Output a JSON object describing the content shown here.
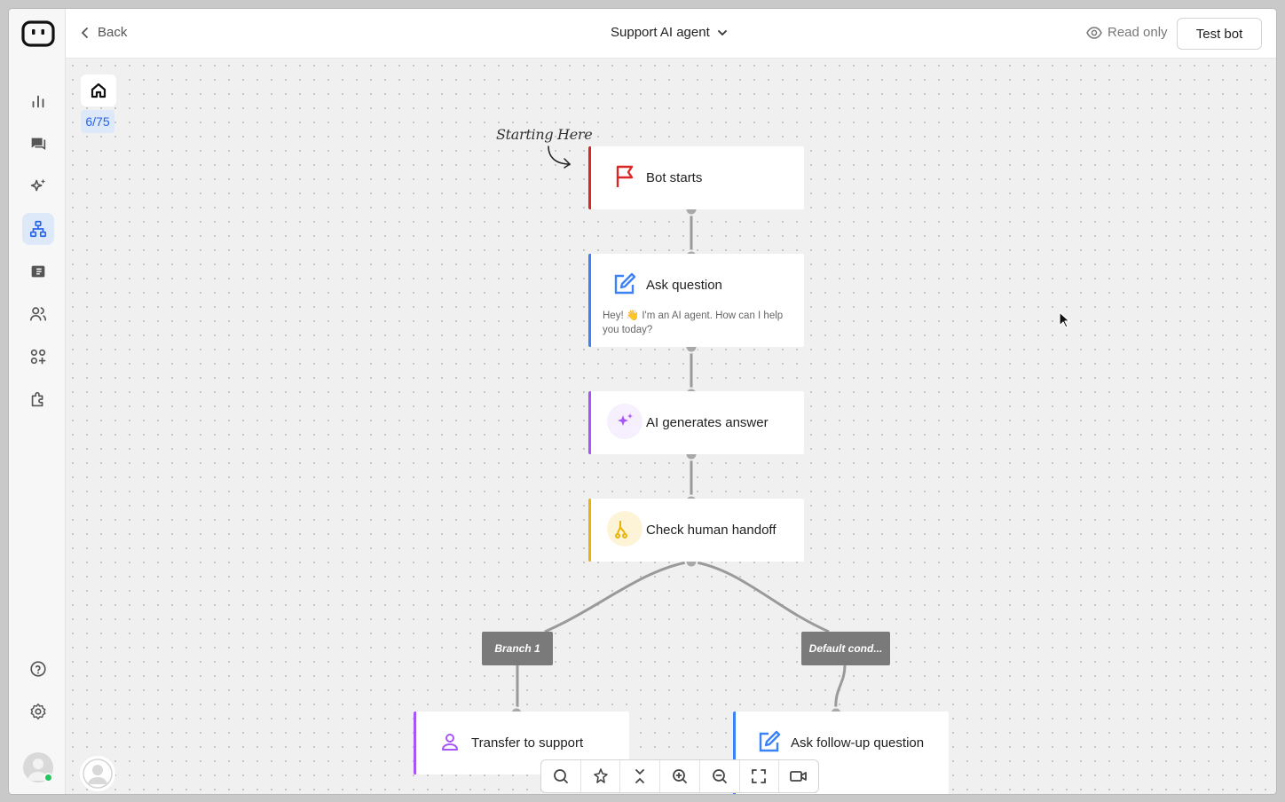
{
  "header": {
    "back_label": "Back",
    "title": "Support AI agent",
    "read_only_label": "Read only",
    "test_bot_label": "Test bot"
  },
  "canvas": {
    "counter": "6/75",
    "annotation": "Starting Here"
  },
  "nodes": [
    {
      "label": "Bot starts",
      "icon": "flag-icon",
      "accent": "#dc2626"
    },
    {
      "label": "Ask question",
      "icon": "edit-icon",
      "accent": "#3b82f6",
      "description": "Hey! 👋 I'm an AI agent. How can I help you today?"
    },
    {
      "label": "AI generates answer",
      "icon": "sparkles-icon",
      "accent": "#a855f7"
    },
    {
      "label": "Check human handoff",
      "icon": "branch-icon",
      "accent": "#eab308"
    },
    {
      "label": "Transfer to support",
      "icon": "person-icon",
      "accent": "#a855f7"
    },
    {
      "label": "Ask follow-up question",
      "icon": "edit-icon",
      "accent": "#3b82f6"
    }
  ],
  "branches": [
    {
      "label": "Branch 1"
    },
    {
      "label": "Default cond..."
    }
  ],
  "sidebar": {
    "items": [
      {
        "icon": "bar-chart-icon",
        "active": false
      },
      {
        "icon": "chat-icon",
        "active": false
      },
      {
        "icon": "sparkles-icon",
        "active": false
      },
      {
        "icon": "flow-chart-icon",
        "active": true
      },
      {
        "icon": "ticket-icon",
        "active": false
      },
      {
        "icon": "users-icon",
        "active": false
      },
      {
        "icon": "apps-icon",
        "active": false
      },
      {
        "icon": "puzzle-icon",
        "active": false
      },
      {
        "icon": "help-icon",
        "active": false
      },
      {
        "icon": "settings-icon",
        "active": false
      }
    ]
  },
  "toolbar": {
    "tools": [
      "search-icon",
      "auto-layout-icon",
      "collapse-icon",
      "zoom-in-icon",
      "zoom-out-icon",
      "fit-view-icon",
      "video-icon"
    ]
  },
  "colors": {
    "accent_blue": "#2563eb",
    "online": "#22c55e"
  }
}
